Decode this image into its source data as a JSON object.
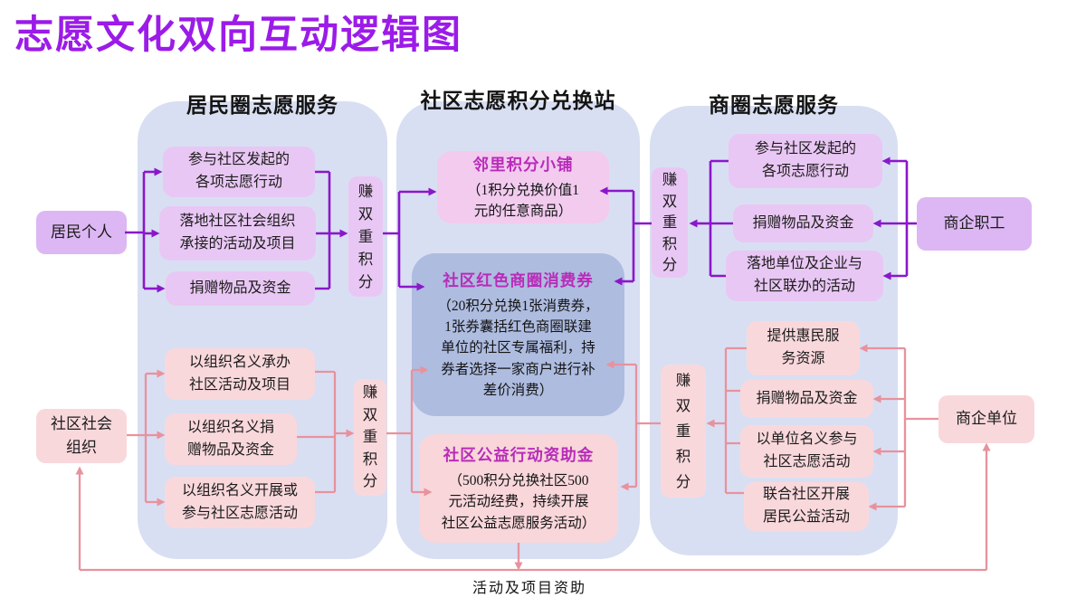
{
  "title": "志愿文化双向互动逻辑图",
  "bottom_flow_label": "活动及项目资助",
  "left_panel": {
    "header": "居民圈志愿服务",
    "actor_top": "居民个人",
    "actor_bottom": "社区社会\n组织",
    "top_nodes": [
      "参与社区发起的\n各项志愿行动",
      "落地社区社会组织\n承接的活动及项目",
      "捐赠物品及资金"
    ],
    "bottom_nodes": [
      "以组织名义承办\n社区活动及项目",
      "以组织名义捐\n赠物品及资金",
      "以组织名义开展或\n参与社区志愿活动"
    ],
    "top_badge": "赚双重积分",
    "bottom_badge": "赚双重积分"
  },
  "middle_panel": {
    "header": "社区志愿积分兑换站",
    "shop": {
      "title": "邻里积分小铺",
      "body": "（1积分兑换价值1\n元的任意商品）"
    },
    "voucher": {
      "title": "社区红色商圈消费券",
      "body": "（20积分兑换1张消费券，\n1张券囊括红色商圈联建\n单位的社区专属福利，持\n券者选择一家商户进行补\n差价消费）"
    },
    "fund": {
      "title": "社区公益行动资助金",
      "body": "（500积分兑换社区500\n元活动经费，持续开展\n社区公益志愿服务活动）"
    }
  },
  "right_panel": {
    "header": "商圈志愿服务",
    "actor_top": "商企职工",
    "actor_bottom": "商企单位",
    "top_nodes": [
      "参与社区发起的\n各项志愿行动",
      "捐赠物品及资金",
      "落地单位及企业与\n社区联办的活动"
    ],
    "bottom_nodes": [
      "提供惠民服\n务资源",
      "捐赠物品及资金",
      "以单位名义参与\n社区志愿活动",
      "联合社区开展\n居民公益活动"
    ],
    "top_badge": "赚双重积分",
    "bottom_badge": "赚双重积分"
  },
  "colors": {
    "title_text": "#9B1BE8",
    "purple_arrow": "#8B17CB",
    "pink_arrow": "#E8929D",
    "panel_bg": "#D9DFF2",
    "violet_node_bg": "#E9C7F4",
    "violet_actor_bg": "#DDB7F3",
    "pink_node_bg": "#F9D8DC",
    "shop_bg": "#F2CBEF",
    "voucher_bg": "#AEBCE0",
    "magenta_heading": "#B82CB8"
  }
}
